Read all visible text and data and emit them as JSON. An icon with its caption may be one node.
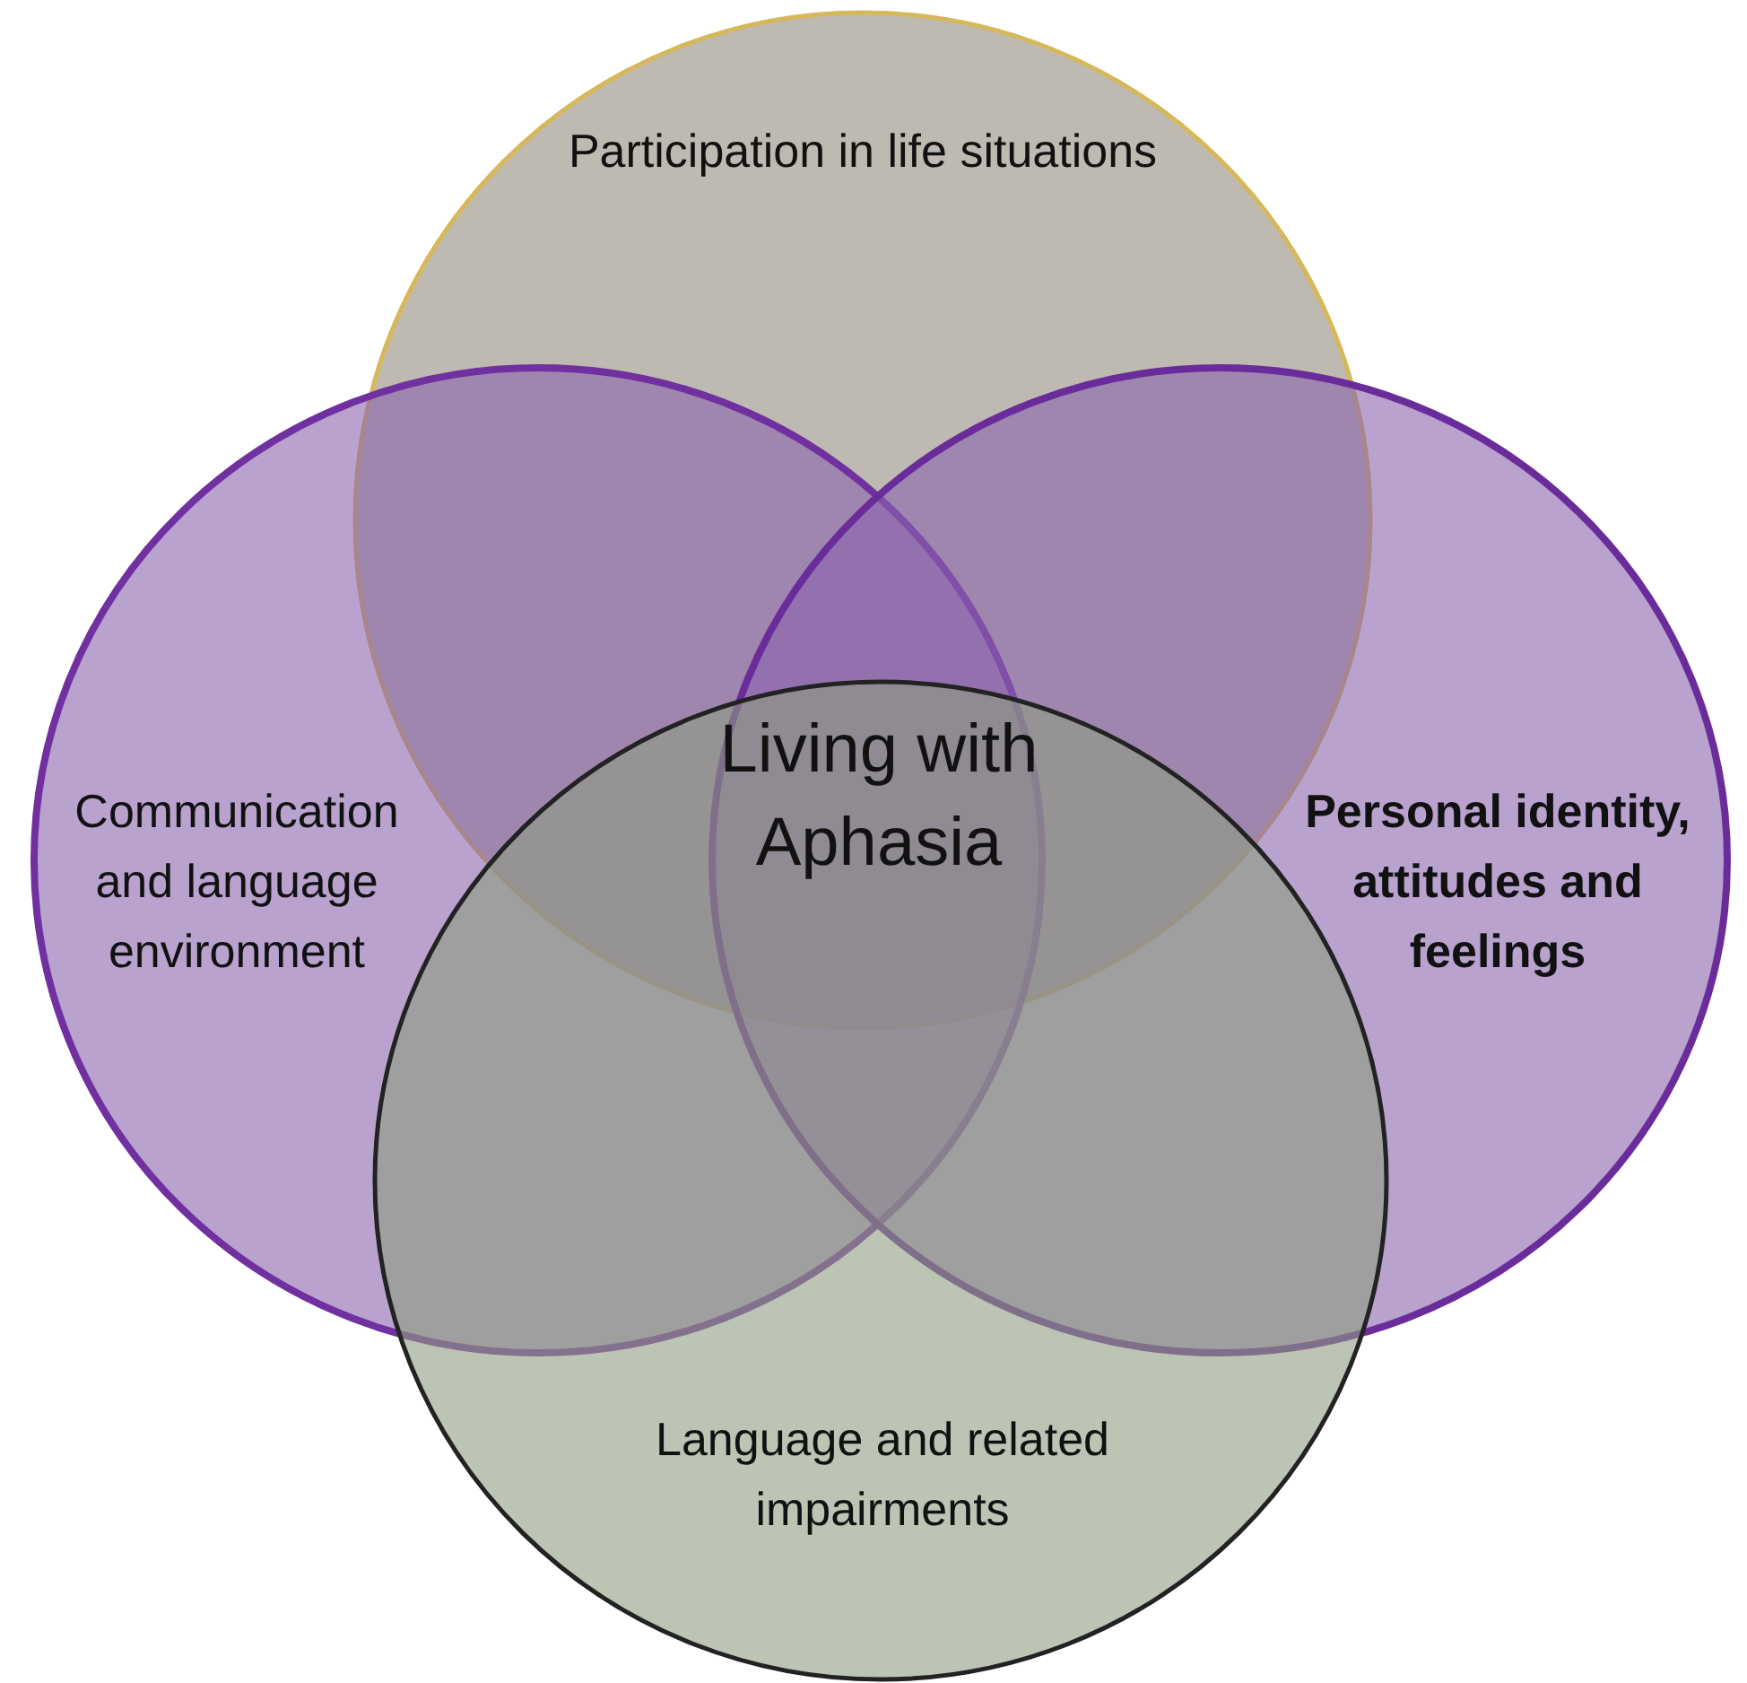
{
  "diagram": {
    "nodes": [
      {
        "text": [
          "Participation in life situations"
        ]
      },
      {
        "text": [
          "Communication and language environment"
        ]
      },
      {
        "text": [
          "Personal identity, attitudes and feelings"
        ]
      },
      {
        "text": [
          "Language and related impairments"
        ]
      }
    ],
    "labels": [
      "Living with Aphasia"
    ]
  }
}
